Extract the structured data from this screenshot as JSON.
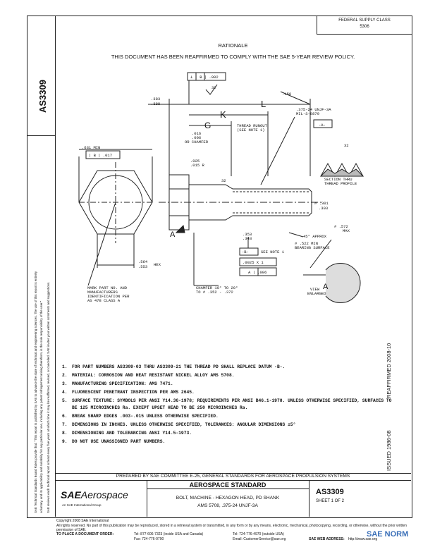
{
  "document": {
    "number": "AS3309",
    "federal_supply_class_label": "FEDERAL SUPPLY CLASS",
    "federal_supply_class_value": "5306",
    "rationale_heading": "RATIONALE",
    "rationale_text": "THIS DOCUMENT HAS BEEN REAFFIRMED TO COMPLY WITH THE SAE 5-YEAR REVIEW POLICY.",
    "side_disclaimer_1": "SAE Technical Standards Board Rules provide that: \"This report is published by SAE to advance the state of technical and engineering sciences. The use of this report is entirely",
    "side_disclaimer_2": "voluntary, and its applicability and suitability for any particular use, including any patent infringement arising therefrom, is the sole responsibility of the user.\"",
    "side_disclaimer_3": "SAE reviews each technical report at least every five years at which time it may be reaffirmed, revised, or cancelled. SAE invites your written comments and suggestions.",
    "issued_label": "ISSUED 1986-08",
    "reaffirmed_label": "REAFFIRMED 2008-10"
  },
  "drawing": {
    "labels": {
      "flatness_callout": "⊥ | B | .002",
      "dim_32_top": "32",
      "dim_L": "L",
      "dim_K": "K",
      "dim_G": "G",
      "dim_150": ".150",
      "dim_383": ".383",
      "dim_388": ".388",
      "thread_callout_1": ".375-24 UNJF-3A",
      "thread_callout_2": "MIL-S-8879",
      "thread_datum": "-A-",
      "thread_runout_1": "THREAD RUNOUT",
      "thread_runout_2": "(SEE NOTE 1)",
      "chamfer_1": ".016",
      "chamfer_2": ".006",
      "chamfer_3": "OR CHAMFER",
      "fillet_1": ".025",
      "fillet_2": ".015 R",
      "dim_32_mid": "32",
      "hex_callout_1": ".631 MIN",
      "hex_callout_2": "| B | .017",
      "section_label_1": "SECTION THRU",
      "section_label_2": "THREAD PROFILE",
      "dim_32_section": "32",
      "dim_3_1": "# .301",
      "dim_3_2": ".303",
      "dim_353": ".353",
      "dim_343": ".343",
      "datum_b": "-B-",
      "see_note_1": "SEE NOTE 1",
      "datum_box_1": ".0025 X 1",
      "datum_box_2": "A | .006",
      "approx_45": "45° APPROX",
      "dim_572_1": "# .572",
      "dim_572_2": "MAX",
      "bearing_1": "# .522 MIN",
      "bearing_2": "BEARING SURFACE",
      "hex_dim_1": ".564",
      "hex_dim_2": ".553",
      "hex_dim_3": "HEX",
      "view_a_letter": "A",
      "view_a_1": "VIEW",
      "view_a_2": "ENLARGED",
      "section_a_letter": "A",
      "part_marking_1": "MARK PART NO. AND",
      "part_marking_2": "MANUFACTURERS",
      "part_marking_3": "IDENTIFICATION PER",
      "part_marking_4": "AS 478 CLASS A",
      "chamfer_bottom_1": "CHAMFER 10° TO 20°",
      "chamfer_bottom_2": "TO # .352 - .372"
    }
  },
  "notes": [
    {
      "num": "1.",
      "text": "FOR PART NUMBERS AS3309-03 THRU AS3309-21 THE THREAD PD SHALL REPLACE DATUM -B-."
    },
    {
      "num": "2.",
      "text": "MATERIAL:  CORROSION AND HEAT RESISTANT NICKEL ALLOY AMS 5708."
    },
    {
      "num": "3.",
      "text": "MANUFACTURING SPECIFICATION:  AMS 7471."
    },
    {
      "num": "4.",
      "text": "FLUORESCENT PENETRANT INSPECTION PER AMS 2645."
    },
    {
      "num": "5.",
      "text": "SURFACE TEXTURE:  SYMBOLS PER ANSI Y14.36-1978; REQUIREMENTS PER ANSI B46.1-1978. UNLESS OTHERWISE SPECIFIED, SURFACES TO BE 125 MICROINCHES Ra.  EXCEPT UPSET HEAD TO BE 250 MICROINCHES Ra."
    },
    {
      "num": "6.",
      "text": "BREAK SHARP EDGES .003-.015 UNLESS OTHERWISE SPECIFIED."
    },
    {
      "num": "7.",
      "text": "DIMENSIONS IN INCHES.  UNLESS OTHERWISE SPECIFIED, TOLERANCES:  ANGULAR DIMENSIONS ±5°"
    },
    {
      "num": "8.",
      "text": "DIMENSIONING AND TOLERANCING ANSI Y14.5-1973."
    },
    {
      "num": "9.",
      "text": "DO NOT USE UNASSIGNED PART NUMBERS."
    }
  ],
  "footer": {
    "prepared_by": "PREPARED BY SAE COMMITTEE E-25, GENERAL STANDARDS FOR AEROSPACE PROPULSION SYSTEMS",
    "logo_sae": "SAE",
    "logo_aerospace": "Aerospace",
    "logo_tagline": "An SAE International Group",
    "standard_type": "AEROSPACE STANDARD",
    "title_line_1": "BOLT, MACHINE - HEXAGON HEAD, PD SHANK",
    "title_line_2": "AMS 5708, .375-24 UNJF-3A",
    "doc_number": "AS3309",
    "sheet": "SHEET 1 OF 2",
    "copyright": "Copyright 2008 SAE International",
    "rights": "All rights reserved. No part of this publication may be reproduced, stored in a retrieval system or transmitted, in any form or by any means, electronic, mechanical, photocopying, recording, or otherwise, without the prior written permission of SAE.",
    "order_label": "TO PLACE A DOCUMENT ORDER:",
    "tel_us": "Tel:  877-606-7323 (inside USA and Canada)",
    "fax": "Fax:  724-776-0790",
    "tel_intl": "Tel:  724-776-4970 (outside USA)",
    "email": "Email:  CustomerService@sae.org",
    "web_label": "SAE WEB ADDRESS:",
    "web": "http://www.sae.org",
    "watermark": "SAE NORM"
  }
}
